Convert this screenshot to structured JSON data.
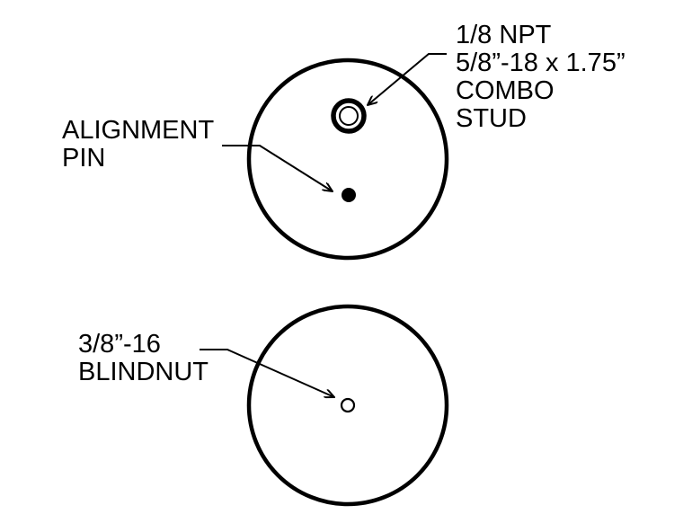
{
  "labels": {
    "stud": [
      "1/8 NPT",
      "5/8”-18 x 1.75”",
      "COMBO",
      "STUD"
    ],
    "pin": [
      "ALIGNMENT",
      "PIN"
    ],
    "blindnut": [
      "3/8”-16",
      "BLINDNUT"
    ]
  },
  "colors": {
    "ink": "#000000",
    "background": "#ffffff"
  }
}
